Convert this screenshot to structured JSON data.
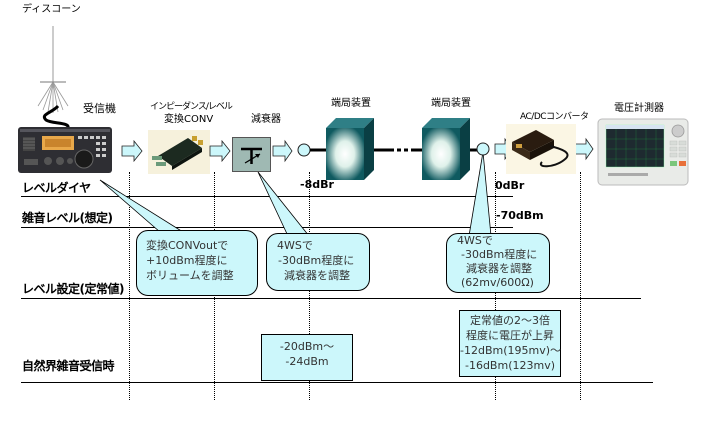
{
  "devices": {
    "antenna": "ディスコーン",
    "receiver": "受信機",
    "converter_line1": "インピーダンス/レベル",
    "converter_line2": "変換CONV",
    "attenuator": "減衰器",
    "terminal1": "端局装置",
    "terminal2": "端局装置",
    "acdc": "AC/DCコンバータ",
    "voltmeter": "電圧計測器"
  },
  "rows": {
    "level_diagram": "レベルダイヤ",
    "noise_level": "雑音レベル(想定)",
    "level_setting": "レベル設定(定常値)",
    "natural_noise": "自然界雑音受信時"
  },
  "values": {
    "minus8dbr": "-8dBr",
    "zero_dbr": "0dBr",
    "minus70dbm": "-70dBm"
  },
  "callouts": {
    "c1": [
      "変換CONVoutで",
      "+10dBm程度に",
      "ボリュームを調整"
    ],
    "c2": [
      "4WSで",
      "-30dBm程度に",
      "減衰器を調整"
    ],
    "c3": [
      "4WSで",
      "-30dBm程度に",
      "減衰器を調整",
      "(62mv/600Ω)"
    ]
  },
  "boxes": {
    "b1": [
      "-20dBm〜",
      "-24dBm"
    ],
    "b2": [
      "定常値の2〜3倍",
      "程度に電圧が上昇",
      "-12dBm(195mv)〜",
      "-16dBm(123mv)"
    ]
  },
  "colors": {
    "callout_fill": "#ccf7fb",
    "cube_dark": "#0f5a60",
    "arrow_fill": "#ccf7fb"
  }
}
